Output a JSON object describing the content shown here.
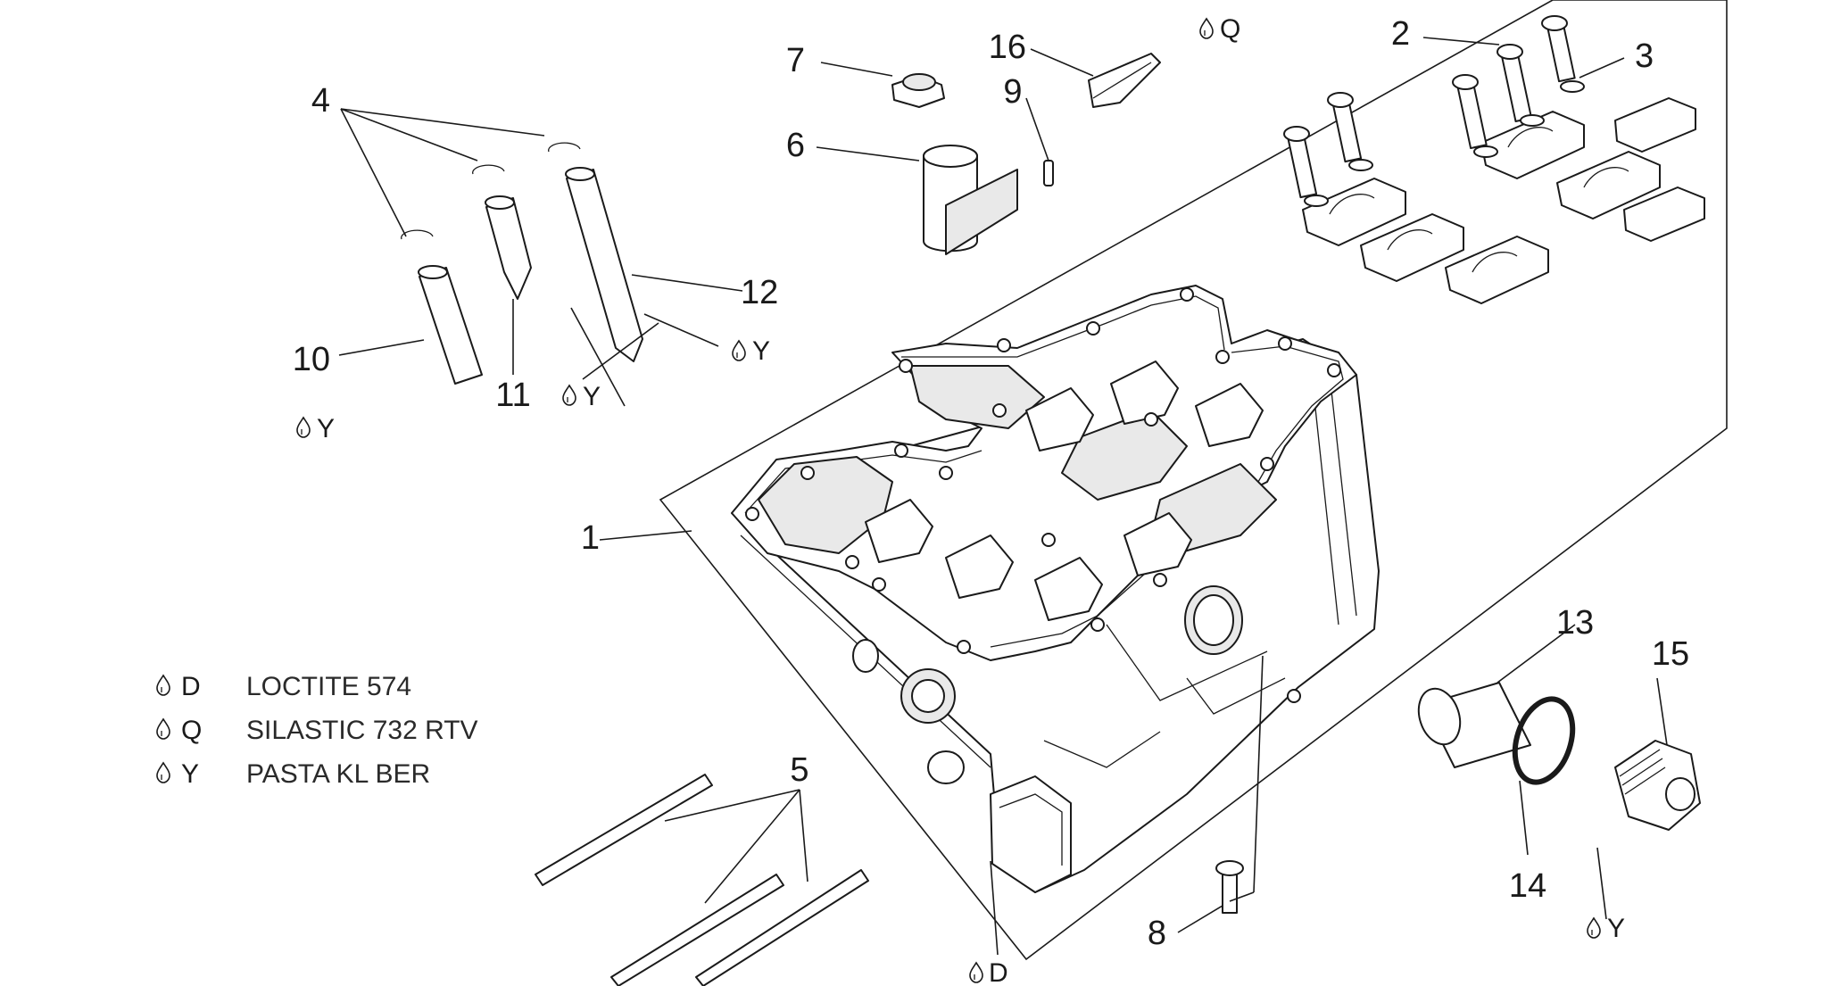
{
  "callouts": {
    "c1": "1",
    "c2": "2",
    "c3": "3",
    "c4": "4",
    "c5": "5",
    "c6": "6",
    "c7": "7",
    "c8": "8",
    "c9": "9",
    "c10": "10",
    "c11": "11",
    "c12": "12",
    "c13": "13",
    "c14": "14",
    "c15": "15",
    "c16": "16"
  },
  "markers": {
    "m12_y": "Y",
    "m10_y": "Y",
    "m11_y": "Y",
    "m16_q": "Q",
    "m15_y": "Y",
    "m8_d": "D"
  },
  "legend": [
    {
      "code": "D",
      "text": "LOCTITE 574"
    },
    {
      "code": "Q",
      "text": "SILASTIC 732 RTV"
    },
    {
      "code": "Y",
      "text": "PASTA KL BER"
    }
  ]
}
